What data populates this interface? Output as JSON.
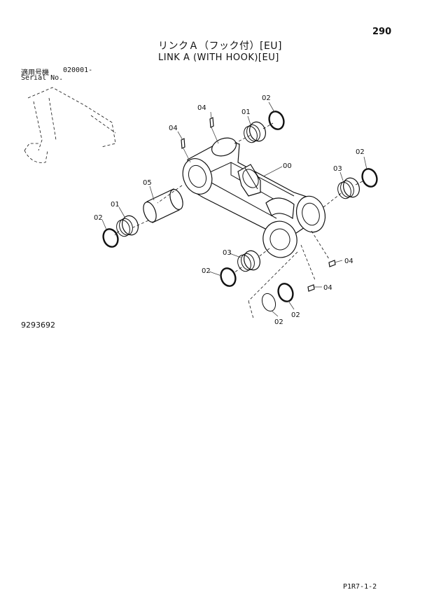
{
  "header": {
    "page_number": "290",
    "title_jp": "リンクＡ（フック付）[EU]",
    "title_en": "LINK A (WITH HOOK)[EU]"
  },
  "serial": {
    "label_jp": "適用号機",
    "value": "020001-",
    "label_en": "Serial No."
  },
  "diagram": {
    "part_id": "9293692",
    "callouts": {
      "c00": "00",
      "c01a": "01",
      "c01b": "01",
      "c02a": "02",
      "c02b": "02",
      "c02c": "02",
      "c02d": "02",
      "c02e": "02",
      "c02f": "02",
      "c03a": "03",
      "c03b": "03",
      "c04a": "04",
      "c04b": "04",
      "c04c": "04",
      "c04d": "04",
      "c05": "05"
    }
  },
  "footer": {
    "page_code": "P1R7-1-2"
  }
}
